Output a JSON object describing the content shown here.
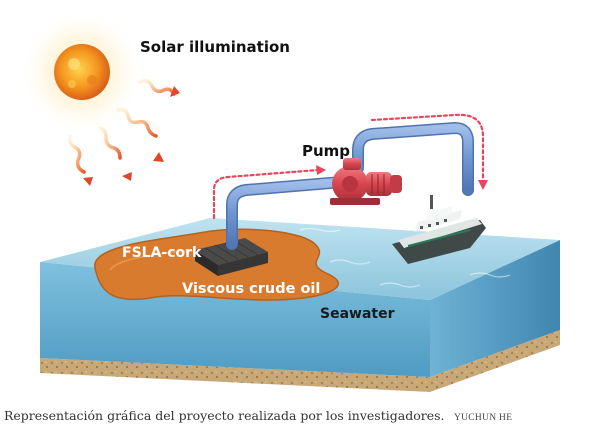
{
  "diagram": {
    "labels": {
      "solar": "Solar illumination",
      "pump": "Pump",
      "cork": "FSLA-cork",
      "oil": "Viscous crude oil",
      "seawater": "Seawater"
    }
  },
  "caption": {
    "text": "Representación gráfica del proyecto realizada por los investigadores.",
    "credit": "YUCHUN HE"
  },
  "colors": {
    "sun": "#f28a1e",
    "pipe": "#7a9fd6",
    "pump": "#d8454f",
    "oil": "#d97b2e",
    "water": "#8ec6e0",
    "arrow": "#e8465a"
  }
}
